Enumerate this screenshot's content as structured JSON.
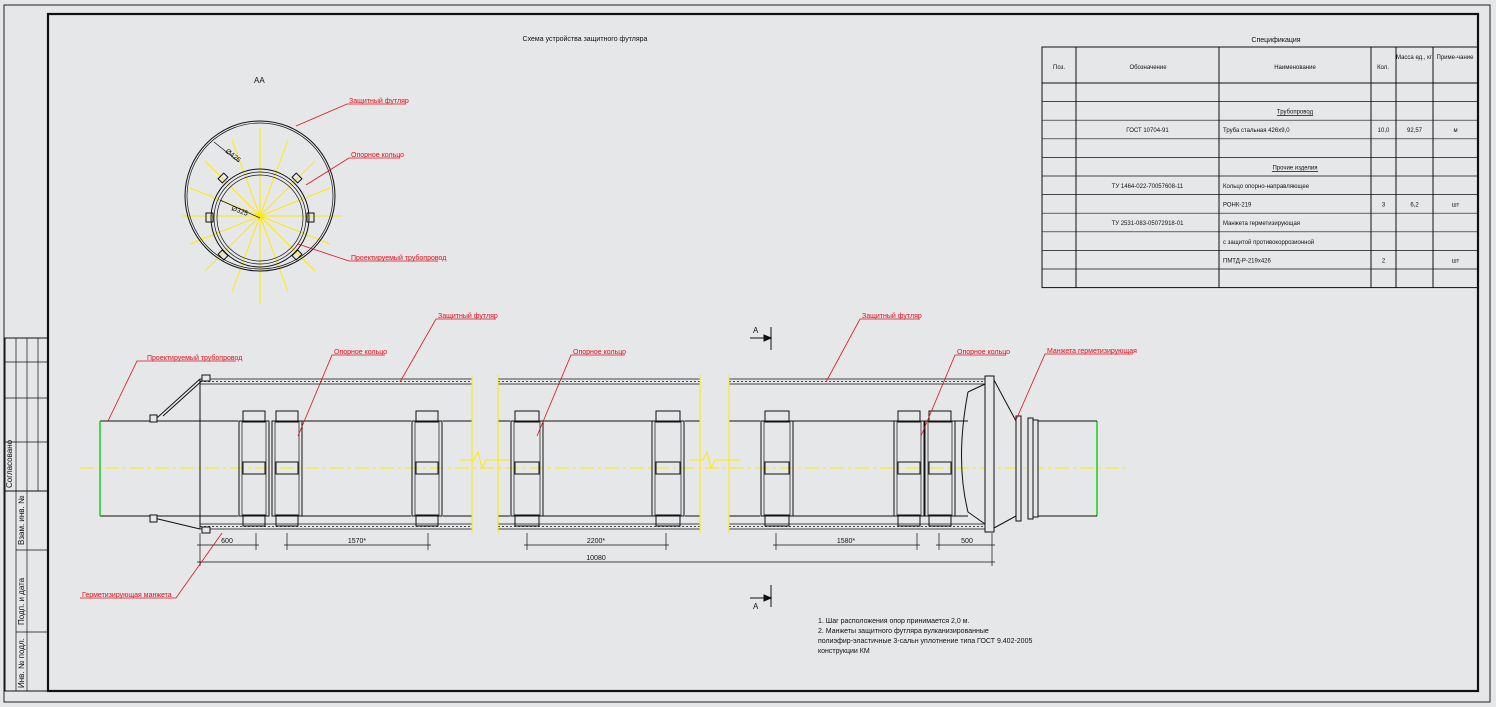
{
  "drawing": {
    "title": "Схема устройства защитного футляра",
    "section_label": "АА",
    "section_mark": "А"
  },
  "section_view": {
    "dim_outer": "Ø426",
    "dim_inner": "Ø325",
    "callouts": [
      "Защитный футляр",
      "Опорное кольцо",
      "Проектируемый трубопровод"
    ]
  },
  "long_view": {
    "callouts": {
      "pipeline": "Проектируемый трубопровод",
      "casing_1": "Защитный футляр",
      "casing_2": "Защитный футляр",
      "ring_1": "Опорное кольцо",
      "ring_2": "Опорное кольцо",
      "ring_3": "Опорное кольцо",
      "cuff_right": "Манжета герметизирующая",
      "cuff_left": "Герметизирующая манжета"
    },
    "dims": {
      "d1": "600",
      "d2": "1570*",
      "d3": "2200*",
      "d4": "1580*",
      "d5": "500",
      "total": "10080"
    }
  },
  "notes": [
    "1. Шаг расположения опор принимается 2,0 м.",
    "2. Манжеты защитного футляра вулканизированные",
    "полиэфир-эластичные 3-сальн уплотнение типа ГОСТ 9.402-2005",
    "конструкции КМ"
  ],
  "spec": {
    "title": "Спецификация",
    "headers": [
      "Поз.",
      "Обозначение",
      "Наименование",
      "Кол.",
      "Масса ед., кг",
      "Приме-чание"
    ],
    "rows": [
      [
        "",
        "",
        "",
        "",
        "",
        ""
      ],
      [
        "",
        "",
        "Трубопровод",
        "",
        "",
        ""
      ],
      [
        "",
        "ГОСТ 10704-91",
        "Труба стальная 426х9,0",
        "10,0",
        "92,57",
        "м"
      ],
      [
        "",
        "",
        "",
        "",
        "",
        ""
      ],
      [
        "",
        "",
        "Прочие изделия",
        "",
        "",
        ""
      ],
      [
        "",
        "ТУ 1464-022-70057608-11",
        "Кольцо опорно-направляющее",
        "",
        "",
        ""
      ],
      [
        "",
        "",
        "РОНК-219",
        "3",
        "6,2",
        "шт"
      ],
      [
        "",
        "ТУ 2531-083-05072918-01",
        "Манжета герметизирующая",
        "",
        "",
        ""
      ],
      [
        "",
        "",
        "с защитой противокоррозионной",
        "",
        "",
        ""
      ],
      [
        "",
        "",
        "ПМТД-Р-219х426",
        "2",
        "",
        "шт"
      ],
      [
        "",
        "",
        "",
        "",
        "",
        ""
      ]
    ]
  },
  "stamp": {
    "labels": [
      "Согласовано",
      "Взам. инв. №",
      "Подп. и дата",
      "Инв. № подл."
    ]
  }
}
